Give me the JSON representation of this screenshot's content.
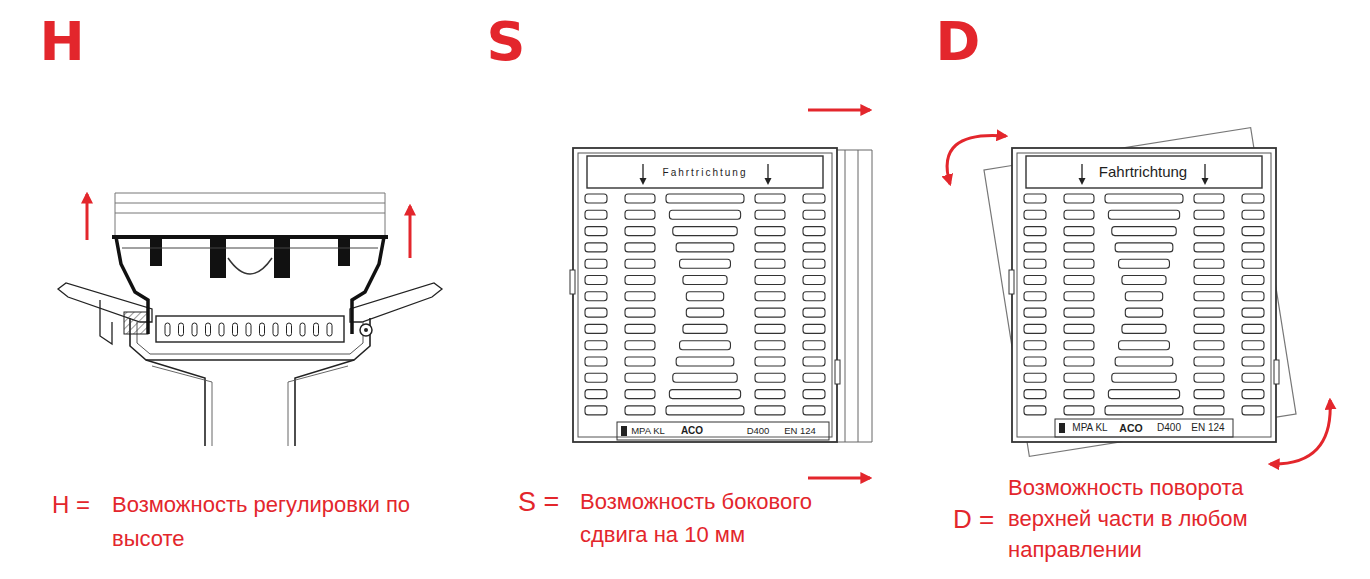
{
  "diagram": {
    "labels": [
      "H",
      "S",
      "D",
      "H =",
      "Возможность регулировки по высоте",
      "S =",
      "Возможность бокового сдвига на 10 мм",
      "D =",
      "Возможность поворота верхней части в любом направлении",
      "Fahrtrichtung",
      "MPA KL",
      "ACO",
      "D400",
      "EN 124",
      "Fahrtrichtung",
      "MPA KL",
      "ACO",
      "D400",
      "EN 124"
    ]
  }
}
